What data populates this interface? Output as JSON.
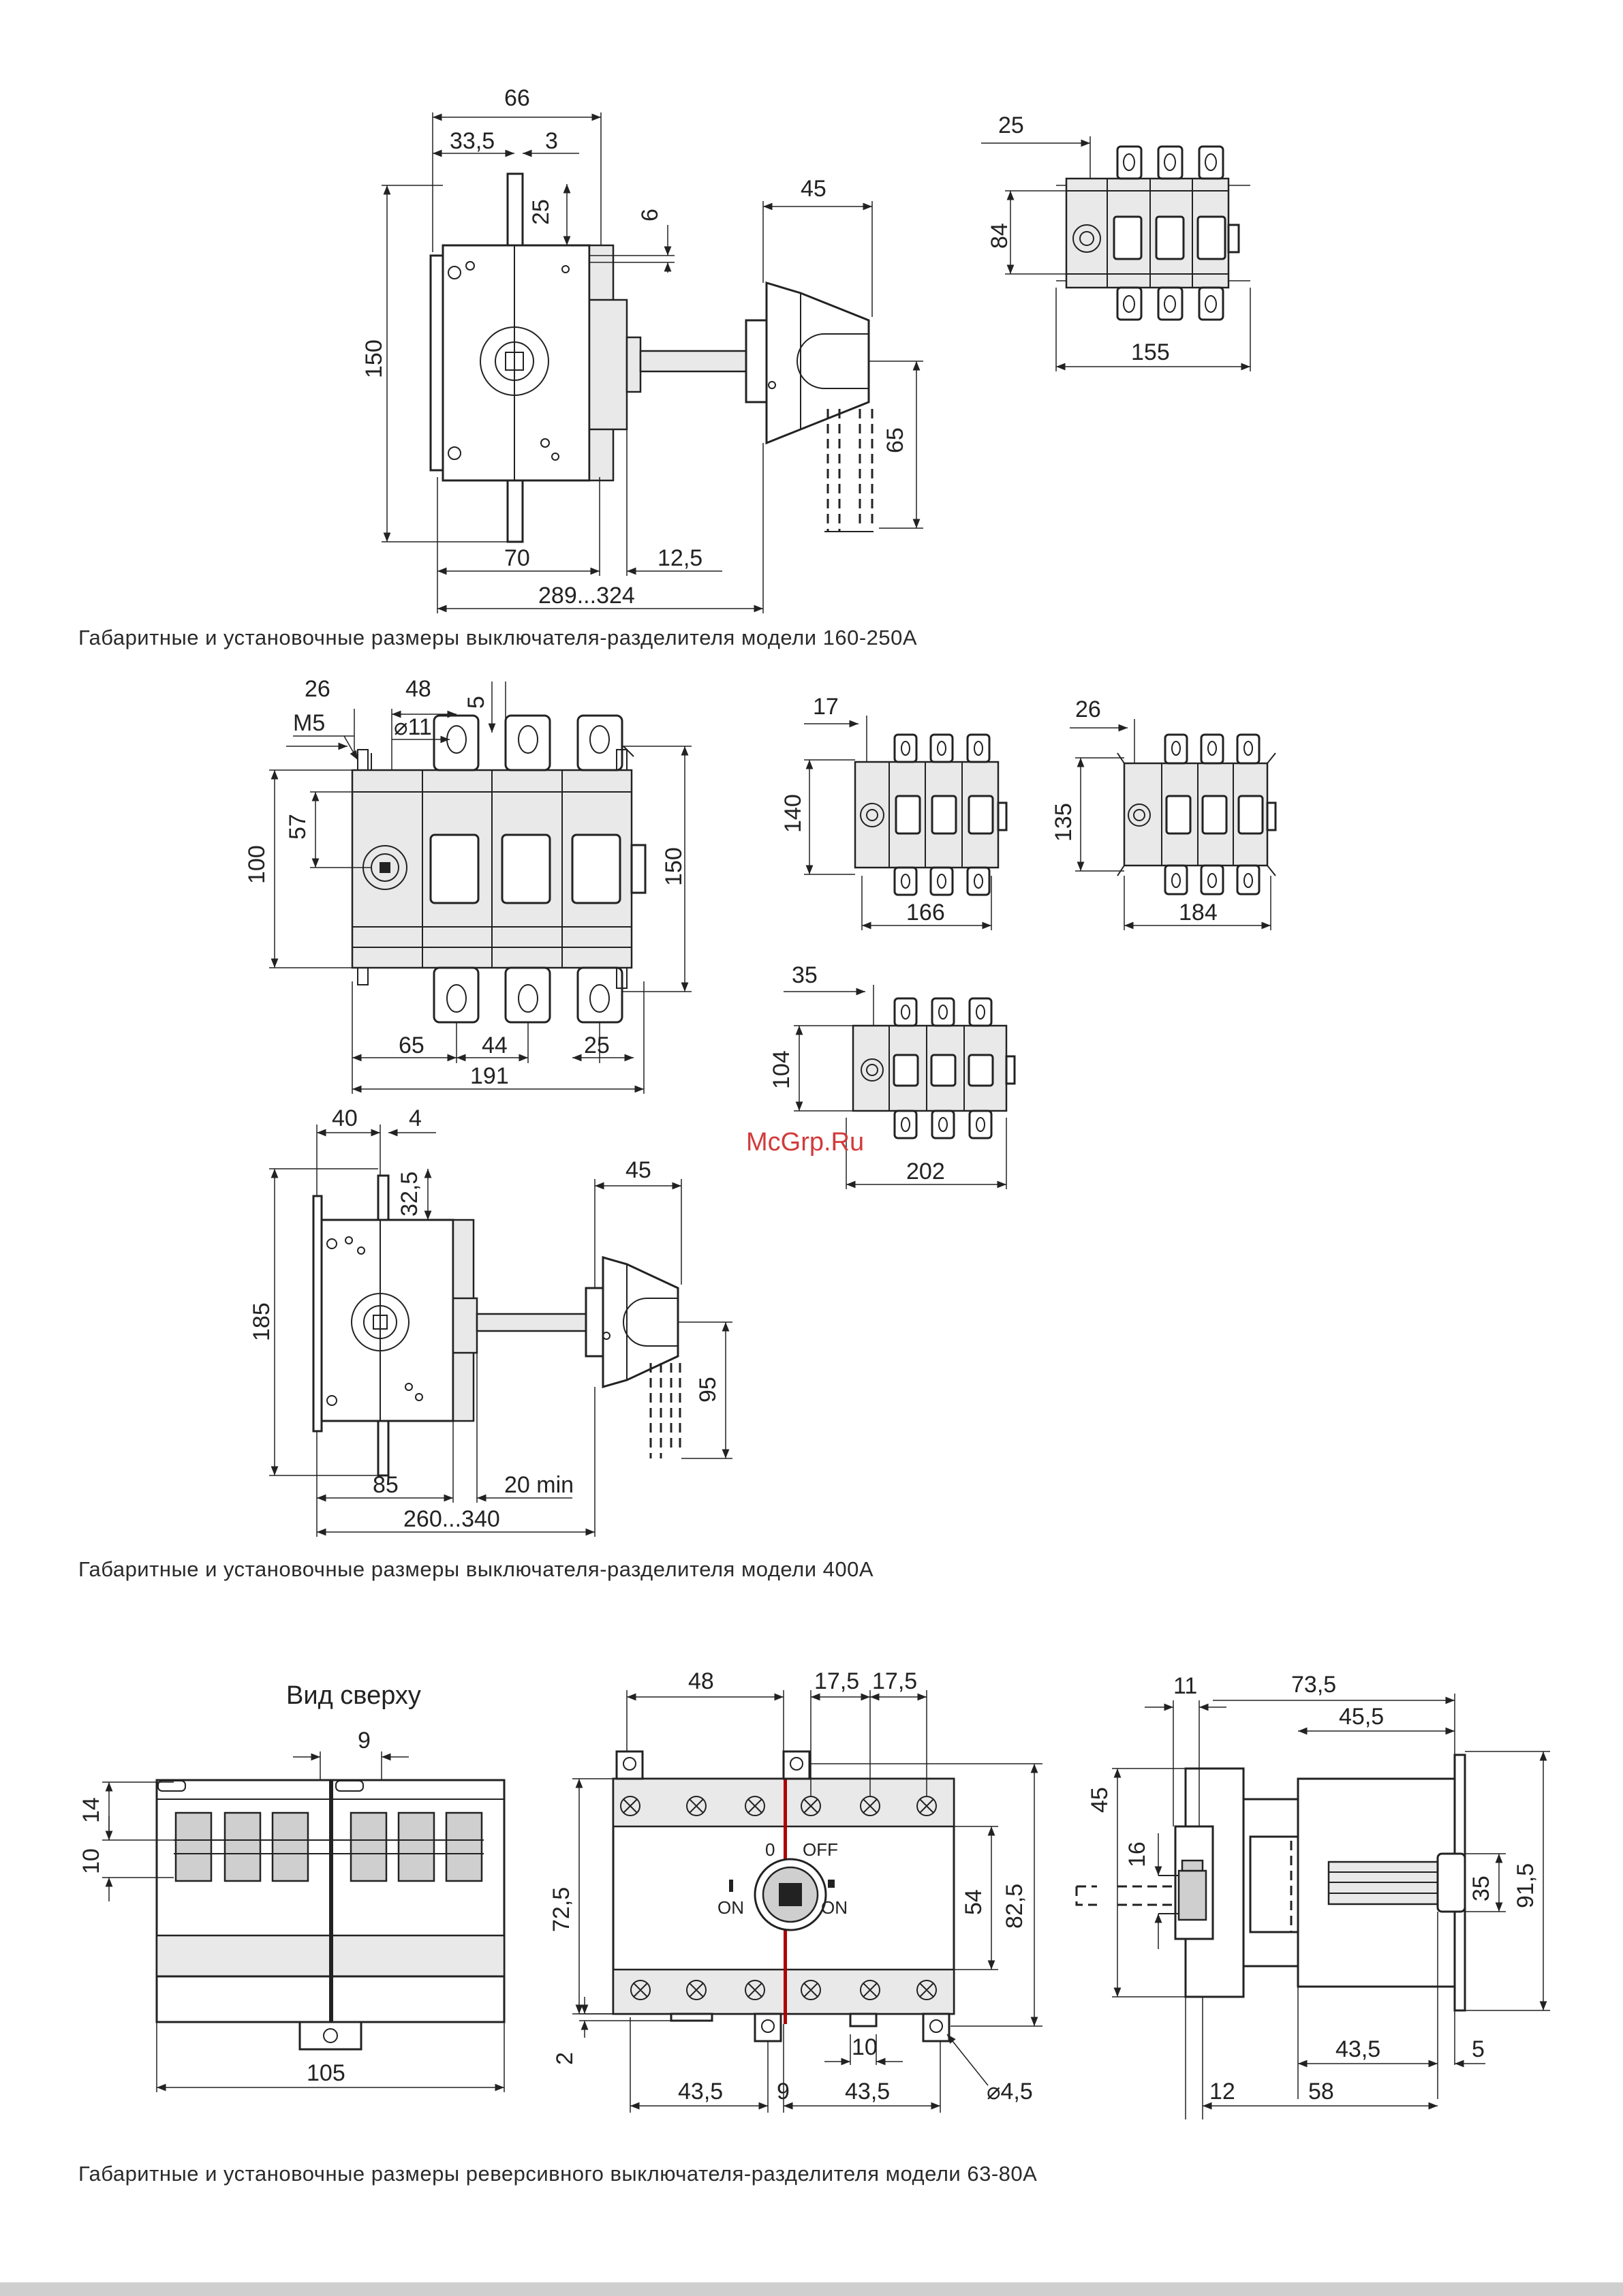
{
  "captions": {
    "model_160_250": "Габаритные и установочные размеры выключателя-разделителя модели 160-250А",
    "model_400": "Габаритные и установочные размеры выключателя-разделителя модели 400А",
    "model_63_80": "Габаритные и установочные размеры реверсивного выключателя-разделителя модели 63-80А"
  },
  "watermark": "McGrp.Ru",
  "dims_160_250": {
    "d66": "66",
    "d33_5": "33,5",
    "d3": "3",
    "d25": "25",
    "d6": "6",
    "d150": "150",
    "d45": "45",
    "d65": "65",
    "d70": "70",
    "d12_5": "12,5",
    "d289_324": "289...324",
    "top_d25": "25",
    "top_d84": "84",
    "top_d155": "155"
  },
  "dims_400": {
    "d26": "26",
    "d48": "48",
    "d5": "5",
    "m5": "M5",
    "d11": "⌀11",
    "d57": "57",
    "d100": "100",
    "d150": "150",
    "d65": "65",
    "d44": "44",
    "d25": "25",
    "d191": "191",
    "v1_d17": "17",
    "v1_d140": "140",
    "v1_d166": "166",
    "v2_d26": "26",
    "v2_d135": "135",
    "v2_d184": "184",
    "v3_d35": "35",
    "v3_d104": "104",
    "v3_d202": "202",
    "s_d40": "40",
    "s_d4": "4",
    "s_d32_5": "32,5",
    "s_d185": "185",
    "s_d45": "45",
    "s_d95": "95",
    "s_d85": "85",
    "s_d20min": "20 min",
    "s_d260_340": "260...340"
  },
  "dims_63_80": {
    "top_view_label": "Вид сверху",
    "t_d9": "9",
    "t_d14": "14",
    "t_d10": "10",
    "t_d105": "105",
    "f_d48": "48",
    "f_d17_5a": "17,5",
    "f_d17_5b": "17,5",
    "f_d72_5": "72,5",
    "f_d54": "54",
    "f_d82_5": "82,5",
    "f_d2": "2",
    "f_d43_5a": "43,5",
    "f_d9": "9",
    "f_d43_5b": "43,5",
    "f_d10": "10",
    "f_d4_5": "⌀4,5",
    "f_label_0": "0",
    "f_label_off": "OFF",
    "f_label_on_left": "ON",
    "f_label_on_right": "ON",
    "s_d11": "11",
    "s_d73_5": "73,5",
    "s_d45_5": "45,5",
    "s_d45": "45",
    "s_d16": "16",
    "s_d35": "35",
    "s_d91_5": "91,5",
    "s_d43_5": "43,5",
    "s_d5": "5",
    "s_d12": "12",
    "s_d58": "58"
  }
}
